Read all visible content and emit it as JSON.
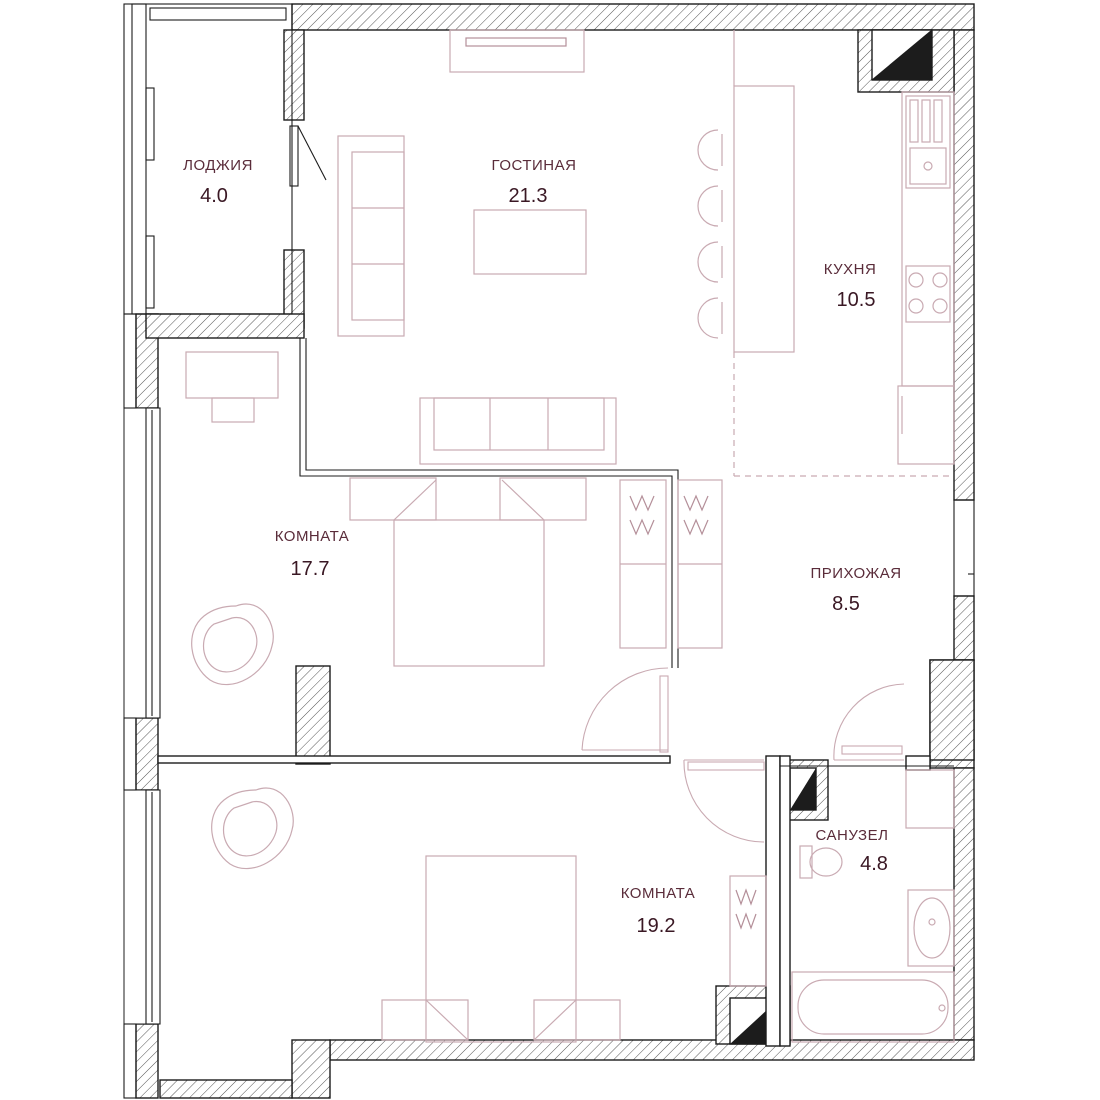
{
  "rooms": {
    "loggia": {
      "name": "ЛОДЖИЯ",
      "area": "4.0"
    },
    "living": {
      "name": "ГОСТИНАЯ",
      "area": "21.3"
    },
    "kitchen": {
      "name": "КУХНЯ",
      "area": "10.5"
    },
    "room1": {
      "name": "КОМНАТА",
      "area": "17.7"
    },
    "hall": {
      "name": "ПРИХОЖАЯ",
      "area": "8.5"
    },
    "room2": {
      "name": "КОМНАТА",
      "area": "19.2"
    },
    "bath": {
      "name": "САНУЗЕЛ",
      "area": "4.8"
    }
  },
  "colors": {
    "label": "#5a2c3a",
    "furniture": "#c9aab2",
    "walls": "#1c1c1c"
  }
}
